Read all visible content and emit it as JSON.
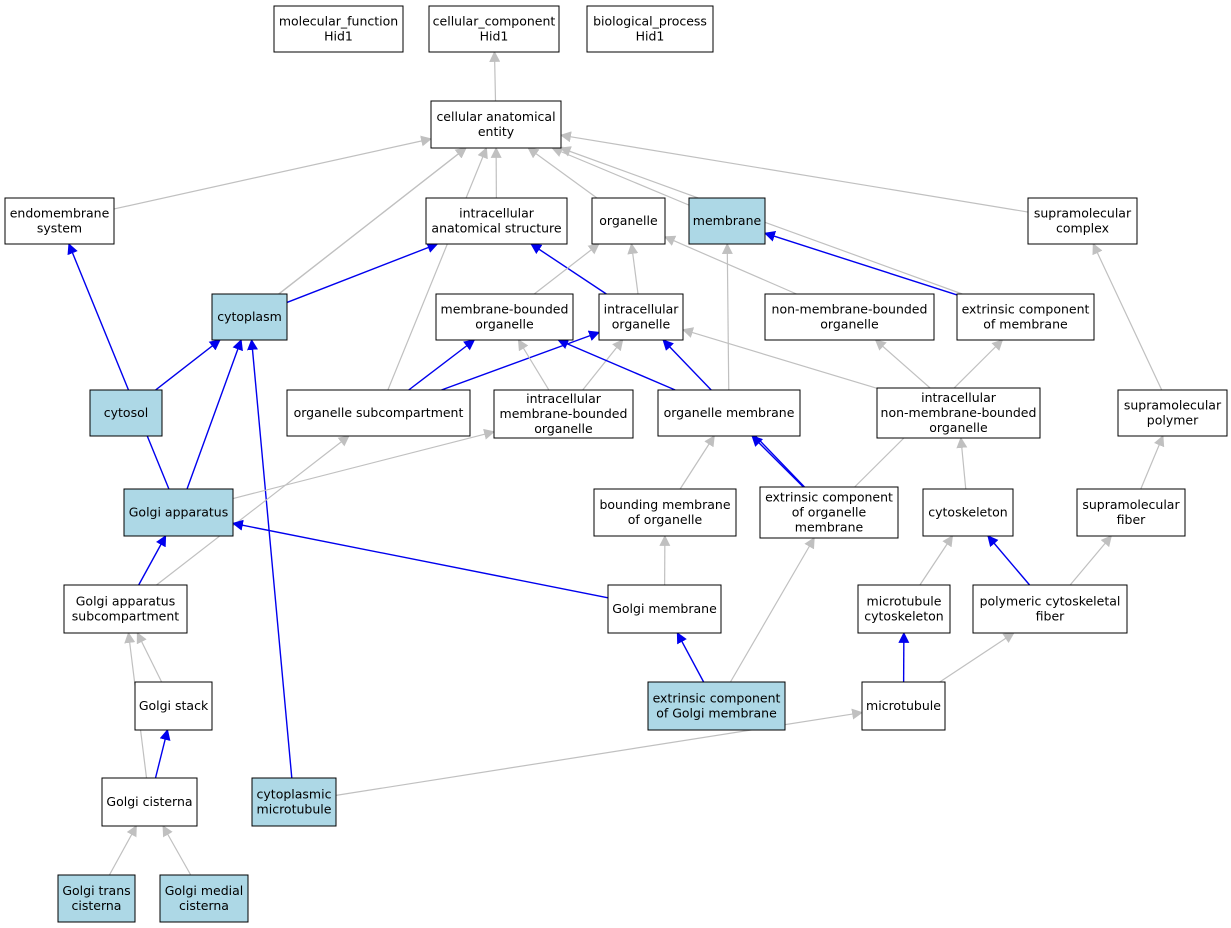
{
  "colors": {
    "highlight_fill": "#add8e6",
    "node_fill": "#ffffff",
    "node_stroke": "#000000",
    "edge_gray": "#c0c0c0",
    "edge_blue": "#0000ee"
  },
  "nodes": [
    {
      "id": "molecular_function",
      "lines": [
        "molecular_function",
        "Hid1"
      ],
      "highlight": false
    },
    {
      "id": "cellular_component",
      "lines": [
        "cellular_component",
        "Hid1"
      ],
      "highlight": false
    },
    {
      "id": "biological_process",
      "lines": [
        "biological_process",
        "Hid1"
      ],
      "highlight": false
    },
    {
      "id": "cellular_anatomical_entity",
      "lines": [
        "cellular anatomical",
        "entity"
      ],
      "highlight": false
    },
    {
      "id": "endomembrane_system",
      "lines": [
        "endomembrane",
        "system"
      ],
      "highlight": false
    },
    {
      "id": "intracellular_anatomical_structure",
      "lines": [
        "intracellular",
        "anatomical structure"
      ],
      "highlight": false
    },
    {
      "id": "organelle",
      "lines": [
        "organelle"
      ],
      "highlight": false
    },
    {
      "id": "membrane",
      "lines": [
        "membrane"
      ],
      "highlight": true
    },
    {
      "id": "supramolecular_complex",
      "lines": [
        "supramolecular",
        "complex"
      ],
      "highlight": false
    },
    {
      "id": "cytoplasm",
      "lines": [
        "cytoplasm"
      ],
      "highlight": true
    },
    {
      "id": "membrane_bounded_organelle",
      "lines": [
        "membrane-bounded",
        "organelle"
      ],
      "highlight": false
    },
    {
      "id": "intracellular_organelle",
      "lines": [
        "intracellular",
        "organelle"
      ],
      "highlight": false
    },
    {
      "id": "non_membrane_bounded_organelle",
      "lines": [
        "non-membrane-bounded",
        "organelle"
      ],
      "highlight": false
    },
    {
      "id": "extrinsic_component_of_membrane",
      "lines": [
        "extrinsic component",
        "of membrane"
      ],
      "highlight": false
    },
    {
      "id": "cytosol",
      "lines": [
        "cytosol"
      ],
      "highlight": true
    },
    {
      "id": "organelle_subcompartment",
      "lines": [
        "organelle subcompartment"
      ],
      "highlight": false
    },
    {
      "id": "intracellular_membrane_bounded_organelle",
      "lines": [
        "intracellular",
        "membrane-bounded",
        "organelle"
      ],
      "highlight": false
    },
    {
      "id": "organelle_membrane",
      "lines": [
        "organelle membrane"
      ],
      "highlight": false
    },
    {
      "id": "intracellular_non_membrane_bounded_organelle",
      "lines": [
        "intracellular",
        "non-membrane-bounded",
        "organelle"
      ],
      "highlight": false
    },
    {
      "id": "supramolecular_polymer",
      "lines": [
        "supramolecular",
        "polymer"
      ],
      "highlight": false
    },
    {
      "id": "golgi_apparatus",
      "lines": [
        "Golgi apparatus"
      ],
      "highlight": true
    },
    {
      "id": "bounding_membrane_of_organelle",
      "lines": [
        "bounding membrane",
        "of organelle"
      ],
      "highlight": false
    },
    {
      "id": "extrinsic_component_of_organelle_membrane",
      "lines": [
        "extrinsic component",
        "of organelle",
        "membrane"
      ],
      "highlight": false
    },
    {
      "id": "cytoskeleton",
      "lines": [
        "cytoskeleton"
      ],
      "highlight": false
    },
    {
      "id": "supramolecular_fiber",
      "lines": [
        "supramolecular",
        "fiber"
      ],
      "highlight": false
    },
    {
      "id": "golgi_apparatus_subcompartment",
      "lines": [
        "Golgi apparatus",
        "subcompartment"
      ],
      "highlight": false
    },
    {
      "id": "golgi_membrane",
      "lines": [
        "Golgi membrane"
      ],
      "highlight": false
    },
    {
      "id": "microtubule_cytoskeleton",
      "lines": [
        "microtubule",
        "cytoskeleton"
      ],
      "highlight": false
    },
    {
      "id": "polymeric_cytoskeletal_fiber",
      "lines": [
        "polymeric cytoskeletal",
        "fiber"
      ],
      "highlight": false
    },
    {
      "id": "golgi_stack",
      "lines": [
        "Golgi stack"
      ],
      "highlight": false
    },
    {
      "id": "extrinsic_component_of_golgi_membrane",
      "lines": [
        "extrinsic component",
        "of Golgi membrane"
      ],
      "highlight": true
    },
    {
      "id": "microtubule",
      "lines": [
        "microtubule"
      ],
      "highlight": false
    },
    {
      "id": "golgi_cisterna",
      "lines": [
        "Golgi cisterna"
      ],
      "highlight": false
    },
    {
      "id": "cytoplasmic_microtubule",
      "lines": [
        "cytoplasmic",
        "microtubule"
      ],
      "highlight": true
    },
    {
      "id": "golgi_trans_cisterna",
      "lines": [
        "Golgi trans",
        "cisterna"
      ],
      "highlight": true
    },
    {
      "id": "golgi_medial_cisterna",
      "lines": [
        "Golgi medial",
        "cisterna"
      ],
      "highlight": true
    }
  ],
  "edges": [
    {
      "from": "cellular_anatomical_entity",
      "to": "cellular_component",
      "color": "gray"
    },
    {
      "from": "endomembrane_system",
      "to": "cellular_anatomical_entity",
      "color": "gray"
    },
    {
      "from": "cytoplasm",
      "to": "cellular_anatomical_entity",
      "color": "gray"
    },
    {
      "from": "cytosol",
      "to": "cellular_anatomical_entity",
      "color": "gray"
    },
    {
      "from": "organelle_subcompartment",
      "to": "cellular_anatomical_entity",
      "color": "gray"
    },
    {
      "from": "intracellular_anatomical_structure",
      "to": "cellular_anatomical_entity",
      "color": "gray"
    },
    {
      "from": "organelle",
      "to": "cellular_anatomical_entity",
      "color": "gray"
    },
    {
      "from": "membrane",
      "to": "cellular_anatomical_entity",
      "color": "gray"
    },
    {
      "from": "supramolecular_complex",
      "to": "cellular_anatomical_entity",
      "color": "gray"
    },
    {
      "from": "extrinsic_component_of_membrane",
      "to": "cellular_anatomical_entity",
      "color": "gray"
    },
    {
      "from": "cytoplasm",
      "to": "intracellular_anatomical_structure",
      "color": "blue"
    },
    {
      "from": "intracellular_organelle",
      "to": "intracellular_anatomical_structure",
      "color": "blue"
    },
    {
      "from": "membrane_bounded_organelle",
      "to": "organelle",
      "color": "gray"
    },
    {
      "from": "intracellular_organelle",
      "to": "organelle",
      "color": "gray"
    },
    {
      "from": "non_membrane_bounded_organelle",
      "to": "organelle",
      "color": "gray"
    },
    {
      "from": "extrinsic_component_of_membrane",
      "to": "membrane",
      "color": "blue"
    },
    {
      "from": "organelle_membrane",
      "to": "membrane",
      "color": "gray"
    },
    {
      "from": "cytosol",
      "to": "cytoplasm",
      "color": "blue"
    },
    {
      "from": "golgi_apparatus",
      "to": "cytoplasm",
      "color": "blue"
    },
    {
      "from": "cytoplasmic_microtubule",
      "to": "cytoplasm",
      "color": "blue"
    },
    {
      "from": "golgi_apparatus",
      "to": "endomembrane_system",
      "color": "blue"
    },
    {
      "from": "organelle_subcompartment",
      "to": "membrane_bounded_organelle",
      "color": "blue"
    },
    {
      "from": "organelle_subcompartment",
      "to": "intracellular_organelle",
      "color": "blue"
    },
    {
      "from": "intracellular_membrane_bounded_organelle",
      "to": "membrane_bounded_organelle",
      "color": "gray"
    },
    {
      "from": "intracellular_membrane_bounded_organelle",
      "to": "intracellular_organelle",
      "color": "gray"
    },
    {
      "from": "organelle_membrane",
      "to": "membrane_bounded_organelle",
      "color": "blue"
    },
    {
      "from": "intracellular_non_membrane_bounded_organelle",
      "to": "intracellular_organelle",
      "color": "gray"
    },
    {
      "from": "intracellular_non_membrane_bounded_organelle",
      "to": "non_membrane_bounded_organelle",
      "color": "gray"
    },
    {
      "from": "extrinsic_component_of_organelle_membrane",
      "to": "intracellular_organelle",
      "color": "blue"
    },
    {
      "from": "extrinsic_component_of_organelle_membrane",
      "to": "extrinsic_component_of_membrane",
      "color": "gray"
    },
    {
      "from": "extrinsic_component_of_organelle_membrane",
      "to": "organelle_membrane",
      "color": "blue"
    },
    {
      "from": "bounding_membrane_of_organelle",
      "to": "organelle_membrane",
      "color": "gray"
    },
    {
      "from": "supramolecular_polymer",
      "to": "supramolecular_complex",
      "color": "gray"
    },
    {
      "from": "supramolecular_fiber",
      "to": "supramolecular_polymer",
      "color": "gray"
    },
    {
      "from": "golgi_apparatus",
      "to": "intracellular_membrane_bounded_organelle",
      "color": "gray"
    },
    {
      "from": "golgi_apparatus_subcompartment",
      "to": "golgi_apparatus",
      "color": "blue"
    },
    {
      "from": "golgi_apparatus_subcompartment",
      "to": "organelle_subcompartment",
      "color": "gray"
    },
    {
      "from": "golgi_membrane",
      "to": "golgi_apparatus",
      "color": "blue"
    },
    {
      "from": "golgi_membrane",
      "to": "bounding_membrane_of_organelle",
      "color": "gray"
    },
    {
      "from": "cytoskeleton",
      "to": "intracellular_non_membrane_bounded_organelle",
      "color": "gray"
    },
    {
      "from": "microtubule_cytoskeleton",
      "to": "cytoskeleton",
      "color": "gray"
    },
    {
      "from": "polymeric_cytoskeletal_fiber",
      "to": "cytoskeleton",
      "color": "blue"
    },
    {
      "from": "polymeric_cytoskeletal_fiber",
      "to": "supramolecular_fiber",
      "color": "gray"
    },
    {
      "from": "golgi_stack",
      "to": "golgi_apparatus_subcompartment",
      "color": "gray"
    },
    {
      "from": "extrinsic_component_of_golgi_membrane",
      "to": "golgi_membrane",
      "color": "blue"
    },
    {
      "from": "extrinsic_component_of_golgi_membrane",
      "to": "extrinsic_component_of_organelle_membrane",
      "color": "gray"
    },
    {
      "from": "microtubule",
      "to": "microtubule_cytoskeleton",
      "color": "blue"
    },
    {
      "from": "microtubule",
      "to": "polymeric_cytoskeletal_fiber",
      "color": "gray"
    },
    {
      "from": "golgi_cisterna",
      "to": "golgi_stack",
      "color": "blue"
    },
    {
      "from": "golgi_cisterna",
      "to": "golgi_apparatus_subcompartment",
      "color": "gray"
    },
    {
      "from": "cytoplasmic_microtubule",
      "to": "microtubule",
      "color": "gray"
    },
    {
      "from": "golgi_trans_cisterna",
      "to": "golgi_cisterna",
      "color": "gray"
    },
    {
      "from": "golgi_medial_cisterna",
      "to": "golgi_cisterna",
      "color": "gray"
    }
  ]
}
